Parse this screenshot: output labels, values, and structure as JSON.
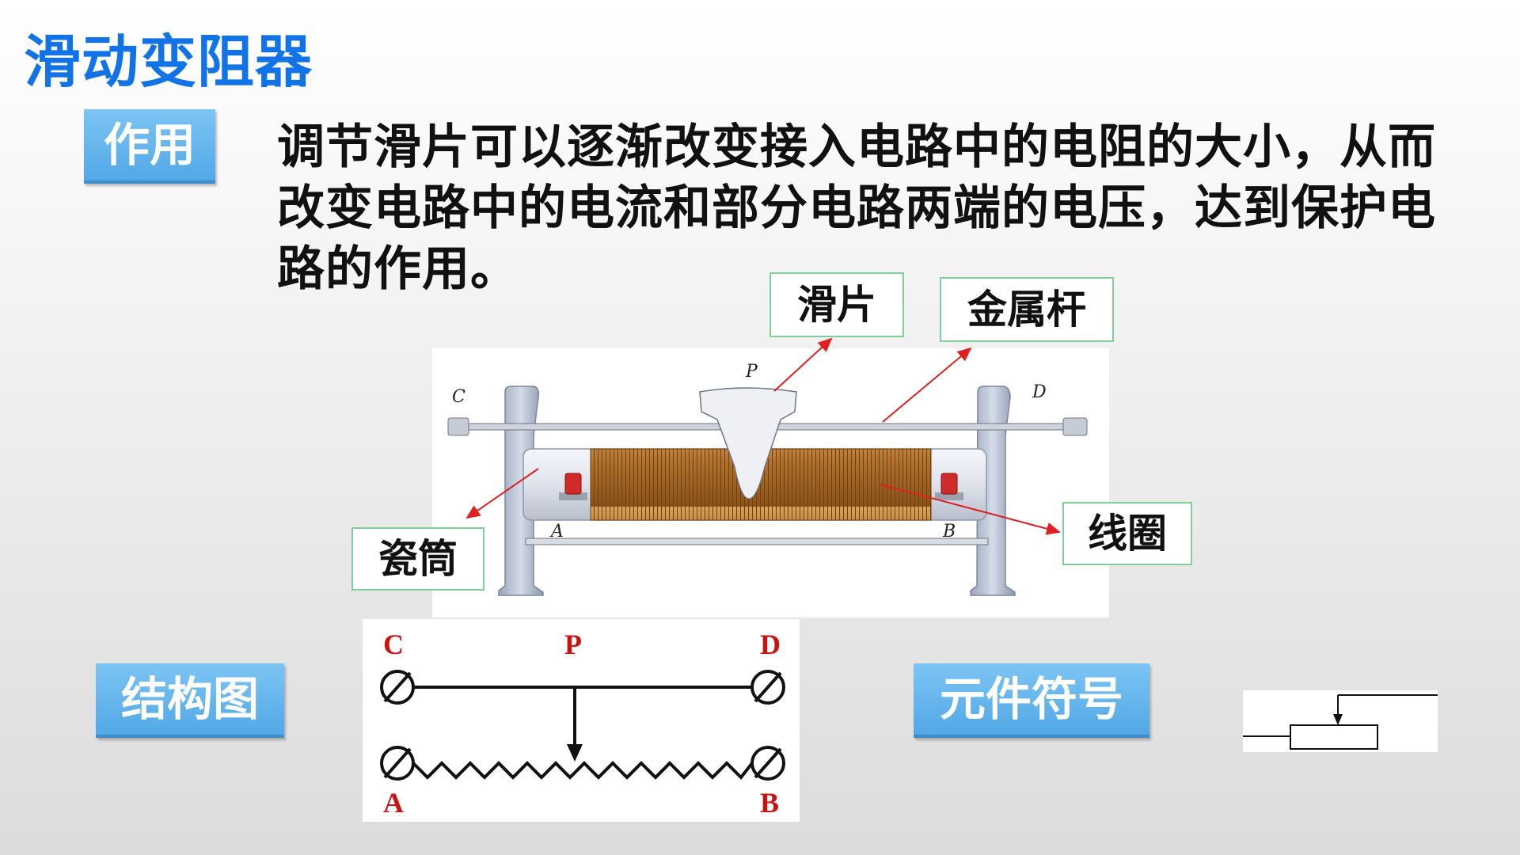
{
  "title": "滑动变阻器",
  "section_use": {
    "label": "作用"
  },
  "description": "调节滑片可以逐渐改变接入电路中的电阻的大小，从而改变电路中的电流和部分电路两端的电压，达到保护电路的作用。",
  "photo_labels": {
    "slider": "滑片",
    "metal_rod": "金属杆",
    "ceramic_tube": "瓷筒",
    "coil": "线圈",
    "terminal_C": "C",
    "terminal_D": "D",
    "terminal_P": "P",
    "terminal_A": "A",
    "terminal_B": "B"
  },
  "section_structure": {
    "label": "结构图"
  },
  "schematic_labels": {
    "C": "C",
    "P": "P",
    "D": "D",
    "A": "A",
    "B": "B"
  },
  "section_symbol": {
    "label": "元件符号"
  },
  "colors": {
    "title_blue": "#1173e6",
    "tag_blue": "#5aade8",
    "label_border": "#7fcf99",
    "arrow_red": "#e02020",
    "schematic_label_red": "#cc1111",
    "coil_copper": "#b87a2c"
  }
}
